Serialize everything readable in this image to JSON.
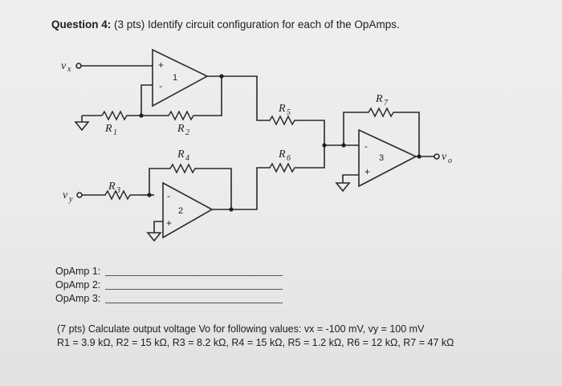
{
  "question": {
    "label": "Question 4:",
    "text": "(3 pts) Identify circuit configuration for each of the OpAmps."
  },
  "circuit": {
    "inputs": {
      "vx": {
        "main": "v",
        "sub": "x"
      },
      "vy": {
        "main": "v",
        "sub": "y"
      }
    },
    "output": {
      "main": "v",
      "sub": "o"
    },
    "resistors": [
      {
        "main": "R",
        "sub": "1"
      },
      {
        "main": "R",
        "sub": "2"
      },
      {
        "main": "R",
        "sub": "3"
      },
      {
        "main": "R",
        "sub": "4"
      },
      {
        "main": "R",
        "sub": "5"
      },
      {
        "main": "R",
        "sub": "6"
      },
      {
        "main": "R",
        "sub": "7"
      }
    ],
    "opamps": [
      {
        "number": "1",
        "top_pin": "+",
        "bottom_pin": "-"
      },
      {
        "number": "2",
        "top_pin": "-",
        "bottom_pin": "+"
      },
      {
        "number": "3",
        "top_pin": "-",
        "bottom_pin": "+"
      }
    ]
  },
  "answers": [
    {
      "label": "OpAmp 1:"
    },
    {
      "label": "OpAmp 2:"
    },
    {
      "label": "OpAmp 3:"
    }
  ],
  "calculation": {
    "line1": "(7 pts) Calculate output voltage Vo for following values: vx = -100 mV, vy = 100 mV",
    "line2": "R1 = 3.9 kΩ, R2 = 15 kΩ, R3 = 8.2 kΩ, R4 = 15 kΩ, R5 = 1.2 kΩ, R6 = 12 kΩ, R7 = 47 kΩ"
  }
}
